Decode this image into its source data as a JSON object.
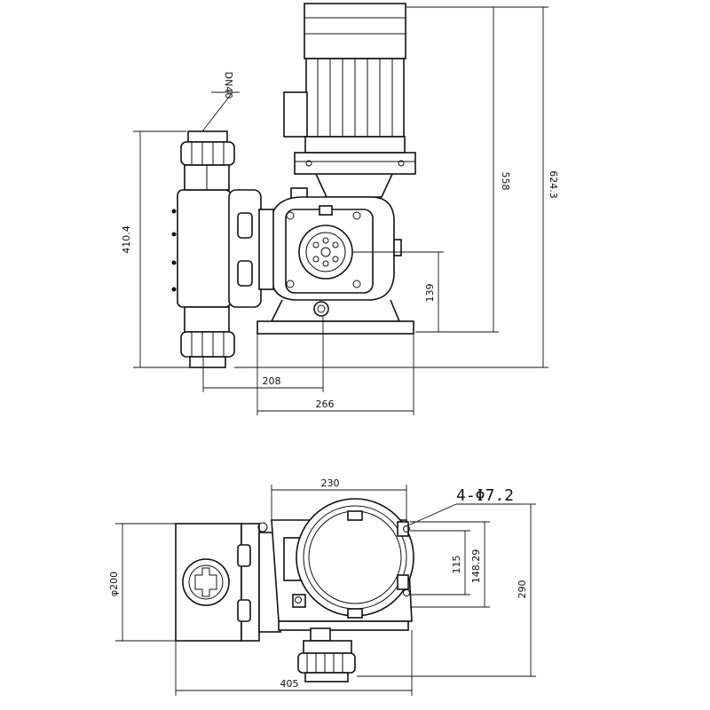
{
  "top_view": {
    "dn_label": "DN40",
    "dim_height_flange": "410.4",
    "dim_motor_558": "558",
    "dim_overall_624": "624.3",
    "dim_axis_139": "139",
    "dim_offset_208": "208",
    "dim_base_266": "266"
  },
  "bottom_view": {
    "dim_width_230": "230",
    "dim_holes": "4-Φ7.2",
    "dim_115": "115",
    "dim_148": "148.29",
    "dim_290": "290",
    "dim_phi200": "φ200",
    "dim_405": "405"
  }
}
